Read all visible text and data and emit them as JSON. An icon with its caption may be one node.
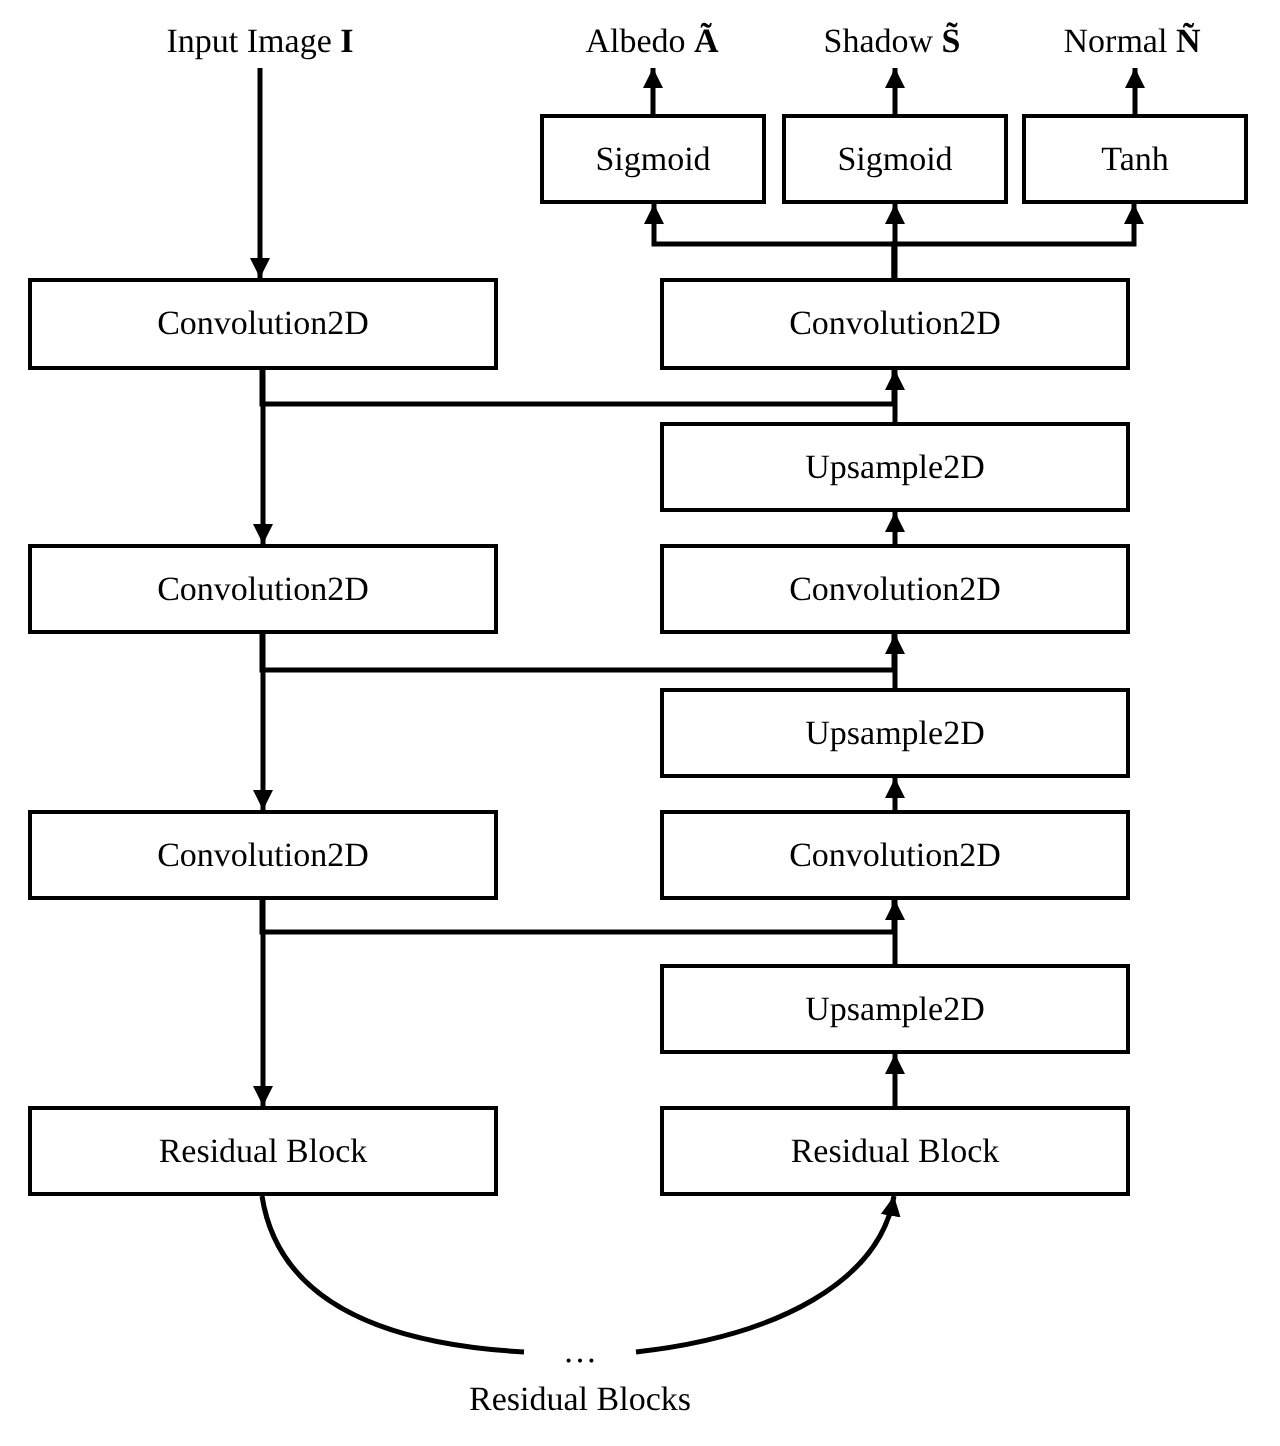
{
  "diagram": {
    "nodes": [
      {
        "text": [
          "Input Image **I**"
        ]
      },
      {
        "text": [
          "Albedo **Ã**"
        ]
      },
      {
        "text": [
          "Shadow **S̃**"
        ]
      },
      {
        "text": [
          "Normal **Ñ**"
        ]
      },
      {
        "text": [
          "Sigmoid"
        ]
      },
      {
        "text": [
          "Sigmoid"
        ]
      },
      {
        "text": [
          "Tanh"
        ]
      },
      {
        "text": [
          "Convolution2D"
        ]
      },
      {
        "text": [
          "Convolution2D"
        ]
      },
      {
        "text": [
          "Upsample2D"
        ]
      },
      {
        "text": [
          "Convolution2D"
        ]
      },
      {
        "text": [
          "Convolution2D"
        ]
      },
      {
        "text": [
          "Upsample2D"
        ]
      },
      {
        "text": [
          "Convolution2D"
        ]
      },
      {
        "text": [
          "Convolution2D"
        ]
      },
      {
        "text": [
          "Upsample2D"
        ]
      },
      {
        "text": [
          "Residual Block"
        ]
      },
      {
        "text": [
          "Residual Block"
        ]
      },
      {
        "text": [
          "…"
        ],
        "beside": [
          "Residual Blocks"
        ]
      }
    ],
    "edges": [
      {
        "from": 0,
        "to": 7,
        "arrow": "to"
      },
      {
        "from": 7,
        "to": 10,
        "arrow": "to"
      },
      {
        "from": 10,
        "to": 13,
        "arrow": "to"
      },
      {
        "from": 13,
        "to": 16,
        "arrow": "to"
      },
      {
        "from": 7,
        "to": 8,
        "arrow": "to"
      },
      {
        "from": 9,
        "to": 8,
        "arrow": "to"
      },
      {
        "from": 11,
        "to": 9,
        "arrow": "to"
      },
      {
        "from": 10,
        "to": 11,
        "arrow": "to"
      },
      {
        "from": 12,
        "to": 11,
        "arrow": "to"
      },
      {
        "from": 14,
        "to": 12,
        "arrow": "to"
      },
      {
        "from": 13,
        "to": 14,
        "arrow": "to"
      },
      {
        "from": 15,
        "to": 14,
        "arrow": "to"
      },
      {
        "from": 17,
        "to": 15,
        "arrow": "to"
      },
      {
        "from": 8,
        "to": 4,
        "arrow": "to"
      },
      {
        "from": 8,
        "to": 5,
        "arrow": "to"
      },
      {
        "from": 8,
        "to": 6,
        "arrow": "to"
      },
      {
        "from": 4,
        "to": 1,
        "arrow": "to"
      },
      {
        "from": 5,
        "to": 2,
        "arrow": "to"
      },
      {
        "from": 6,
        "to": 3,
        "arrow": "to"
      },
      {
        "from": 16,
        "to": 18,
        "arrow": "none"
      },
      {
        "from": 18,
        "to": 17,
        "arrow": "to"
      }
    ]
  }
}
